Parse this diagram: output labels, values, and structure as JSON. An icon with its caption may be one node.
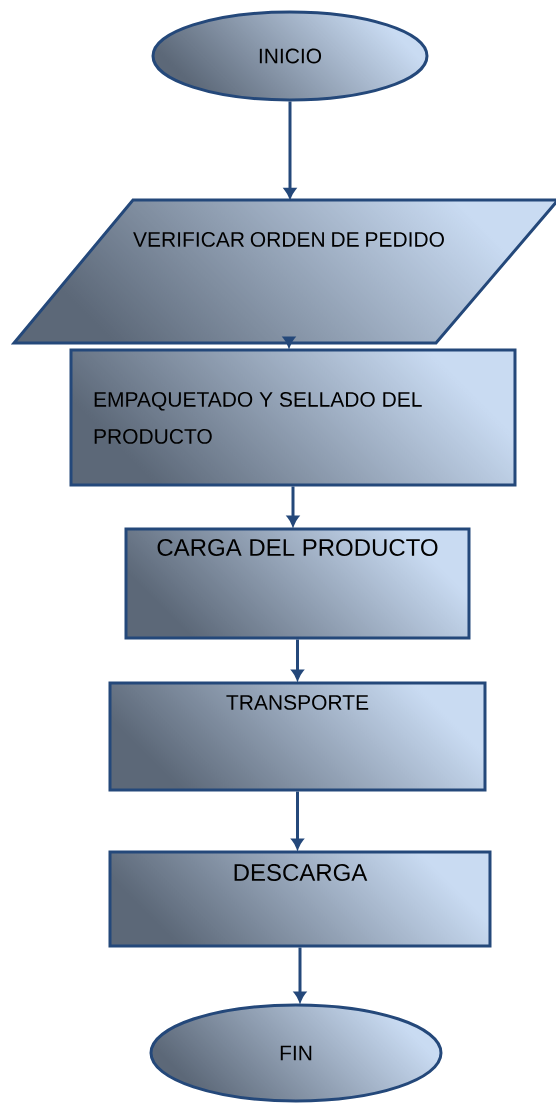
{
  "diagram": {
    "nodes": [
      {
        "text": [
          "INICIO"
        ]
      },
      {
        "text": [
          "VERIFICAR ORDEN DE PEDIDO"
        ]
      },
      {
        "text": [
          "EMPAQUETADO Y SELLADO DEL PRODUCTO"
        ]
      },
      {
        "text": [
          "CARGA DEL PRODUCTO"
        ]
      },
      {
        "text": [
          "TRANSPORTE"
        ]
      },
      {
        "text": [
          "DESCARGA"
        ]
      },
      {
        "text": [
          "FIN"
        ]
      }
    ],
    "edges": [
      {
        "from": 0,
        "to": 1,
        "arrow": "to"
      },
      {
        "from": 1,
        "to": 2,
        "arrow": "to"
      },
      {
        "from": 2,
        "to": 3,
        "arrow": "to"
      },
      {
        "from": 3,
        "to": 4,
        "arrow": "to"
      },
      {
        "from": 4,
        "to": 5,
        "arrow": "to"
      },
      {
        "from": 5,
        "to": 6,
        "arrow": "to"
      }
    ]
  }
}
